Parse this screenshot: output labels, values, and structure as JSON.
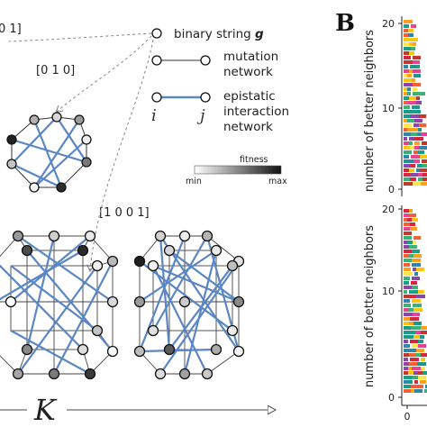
{
  "labels": {
    "top_partial": "0 1]",
    "string_010": "[0 1 0]",
    "string_1001": "[1 0 0 1]",
    "k_axis": "K",
    "panel_b": "B"
  },
  "legend": {
    "binary_string": "binary string",
    "binary_string_symbol": "g",
    "mutation_line1": "mutation",
    "mutation_line2": "network",
    "epistatic_line1": "epistatic",
    "epistatic_line2": "interaction",
    "epistatic_line3": "network",
    "node_i": "i",
    "node_j": "j",
    "fitness_title": "fitness",
    "fitness_min": "min",
    "fitness_max": "max"
  },
  "plots": [
    {
      "ylabel": "number of better neighbors",
      "yticks": [
        "0",
        "10",
        "20"
      ]
    },
    {
      "ylabel": "number of better neighbors",
      "yticks": [
        "0",
        "10",
        "20"
      ],
      "xticks": [
        "0"
      ]
    }
  ],
  "colors": {
    "epistatic_edge": "#5b86c4",
    "mutation_edge": "#333333",
    "node_stroke": "#111111"
  }
}
